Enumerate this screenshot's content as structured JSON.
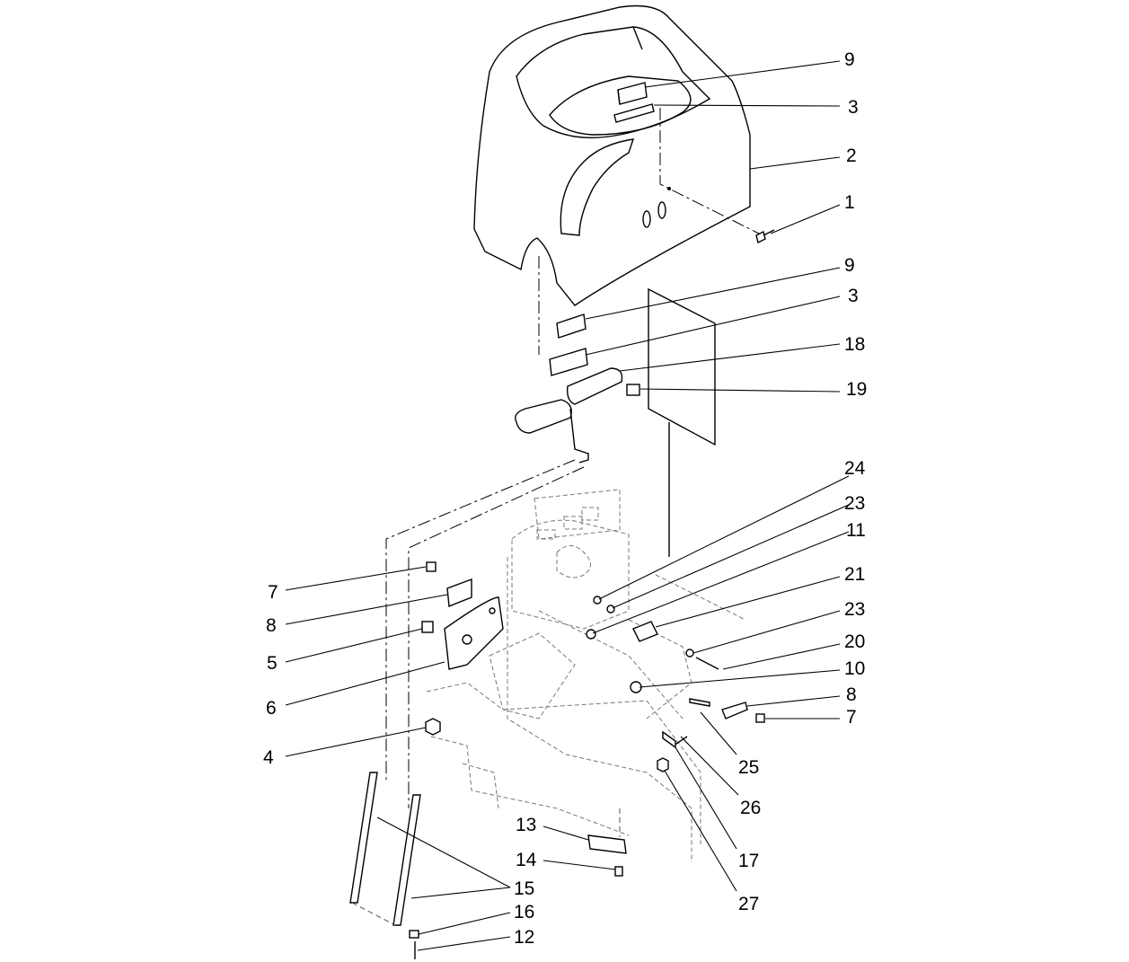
{
  "callouts": [
    {
      "text": "9"
    },
    {
      "text": "3"
    },
    {
      "text": "2"
    },
    {
      "text": "1"
    },
    {
      "text": "9"
    },
    {
      "text": "3"
    },
    {
      "text": "18"
    },
    {
      "text": "19"
    },
    {
      "text": "24"
    },
    {
      "text": "23"
    },
    {
      "text": "11"
    },
    {
      "text": "21"
    },
    {
      "text": "23"
    },
    {
      "text": "20"
    },
    {
      "text": "10"
    },
    {
      "text": "8"
    },
    {
      "text": "7"
    },
    {
      "text": "25"
    },
    {
      "text": "26"
    },
    {
      "text": "17"
    },
    {
      "text": "27"
    },
    {
      "text": "7"
    },
    {
      "text": "8"
    },
    {
      "text": "5"
    },
    {
      "text": "6"
    },
    {
      "text": "4"
    },
    {
      "text": "13"
    },
    {
      "text": "14"
    },
    {
      "text": "15"
    },
    {
      "text": "16"
    },
    {
      "text": "12"
    }
  ]
}
